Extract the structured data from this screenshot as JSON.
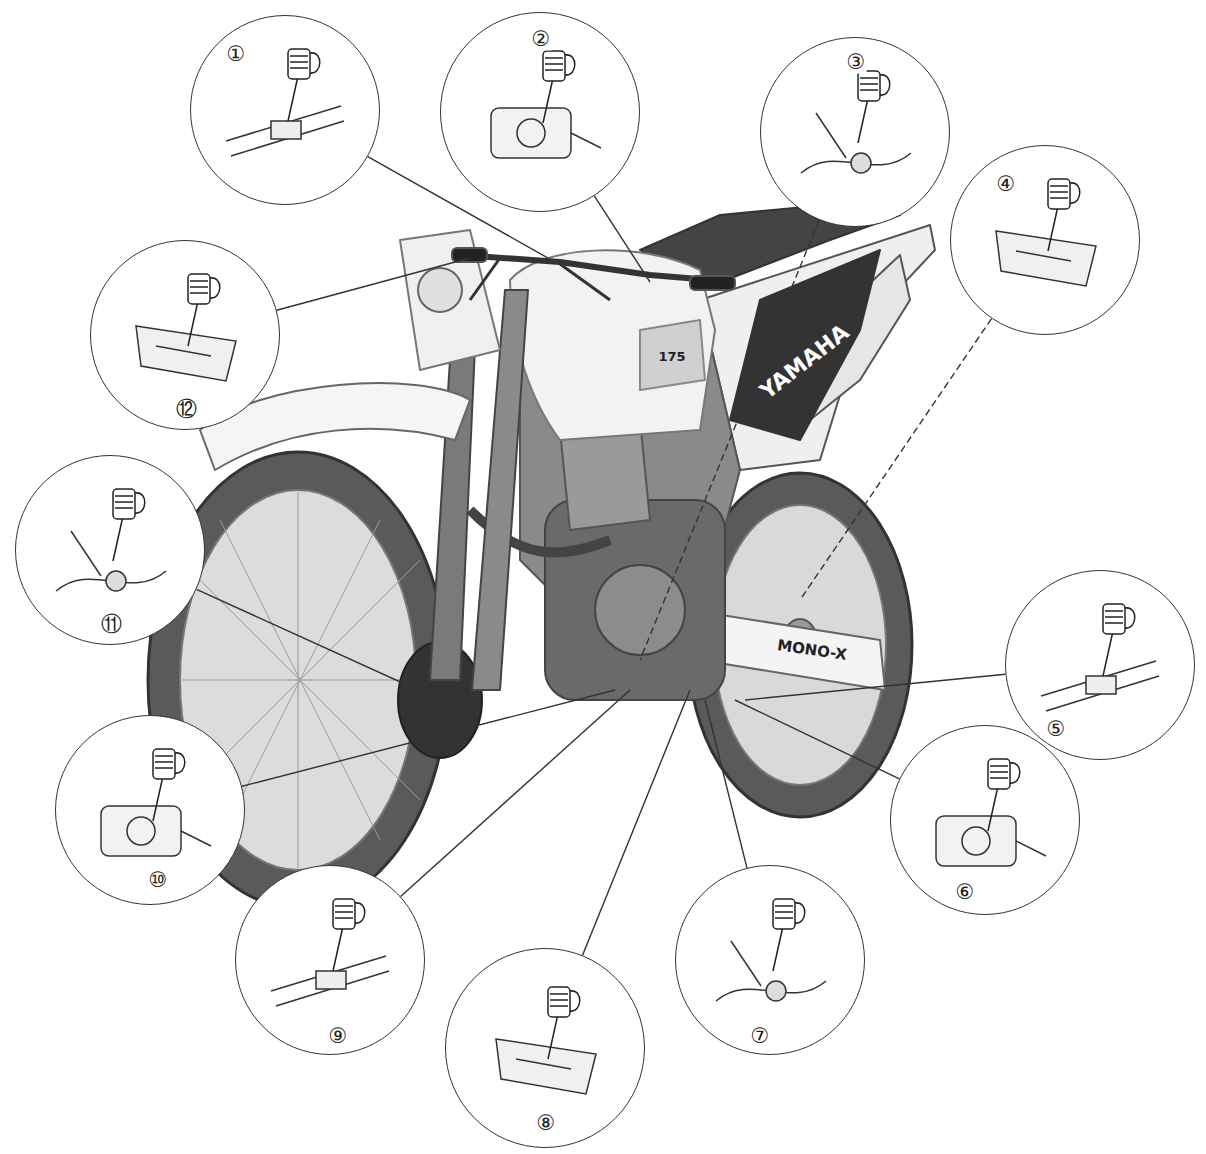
{
  "diagram": {
    "nodes": [
      {
        "text": [
          "①"
        ]
      },
      {
        "text": [
          "②"
        ]
      },
      {
        "text": [
          "③"
        ]
      },
      {
        "text": [
          "④"
        ]
      },
      {
        "text": [
          "⑤"
        ]
      },
      {
        "text": [
          "⑥"
        ]
      },
      {
        "text": [
          "⑦"
        ]
      },
      {
        "text": [
          "⑧"
        ]
      },
      {
        "text": [
          "⑨"
        ]
      },
      {
        "text": [
          "⑩"
        ]
      },
      {
        "text": [
          "⑪"
        ]
      },
      {
        "text": [
          "⑫"
        ]
      }
    ],
    "labels": [
      "YAMAHA",
      "MONO-X",
      "175"
    ]
  }
}
